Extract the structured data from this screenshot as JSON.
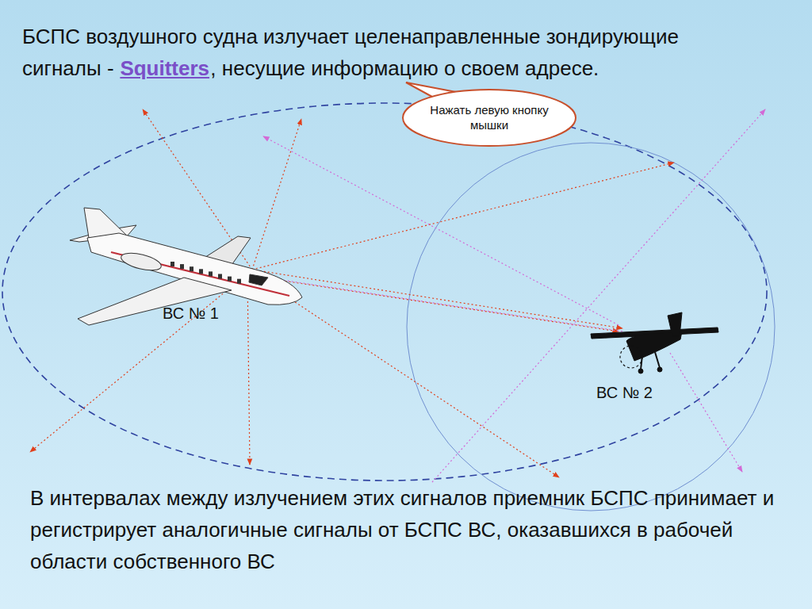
{
  "diagram": {
    "caption": "В интервалах между излучением этих сигналов приемник БСПС принимает и регистрирует аналогичные сигналы от БСПС ВС, оказавшихся в рабочей области собственного ВС",
    "nodes": [
      {
        "text": [
          "Нажать левую кнопку мышки"
        ]
      }
    ],
    "labels": [
      "БСПС воздушного судна излучает целенаправленные зондирующие сигналы -",
      "Squitters",
      ", несущие информацию о своем адресе.",
      "ВС № 1",
      "ВС № 2"
    ]
  }
}
